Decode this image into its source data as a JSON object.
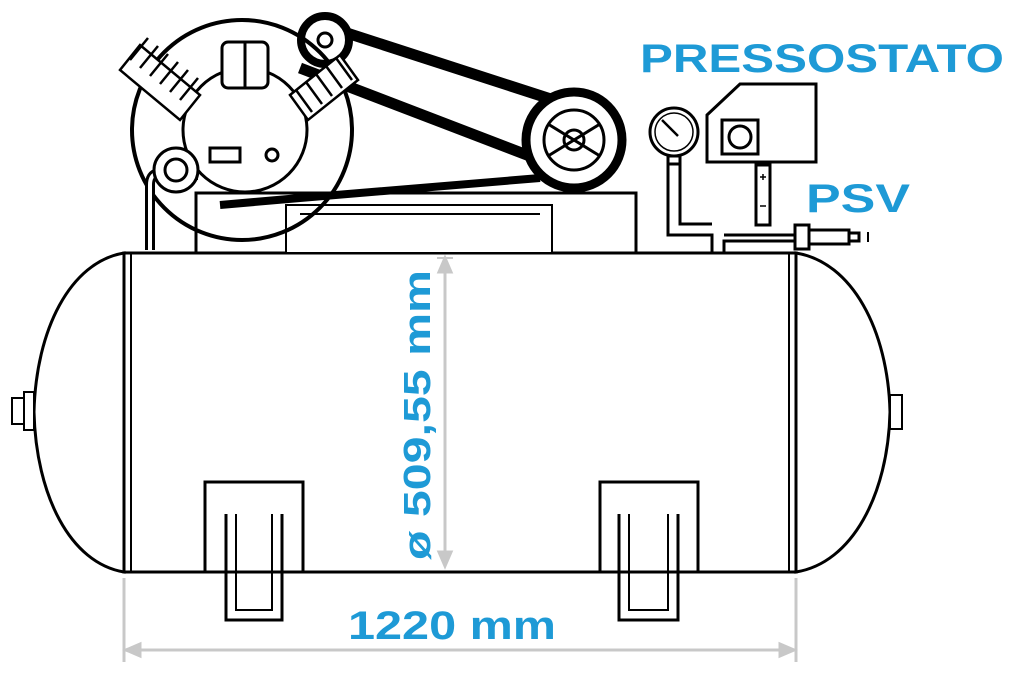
{
  "labels": {
    "pressure_switch": "PRESSOSTATO",
    "safety_valve": "PSV",
    "diameter": "ø 509,55 mm",
    "length": "1220 mm"
  },
  "colors": {
    "label": "#1e9ad6",
    "line": "#000000",
    "dimension": "#c8c8c8",
    "background": "#ffffff"
  },
  "icons": {
    "pressure_gauge": "gauge-icon",
    "gauge_switch_contacts": "plus-minus-icon"
  }
}
